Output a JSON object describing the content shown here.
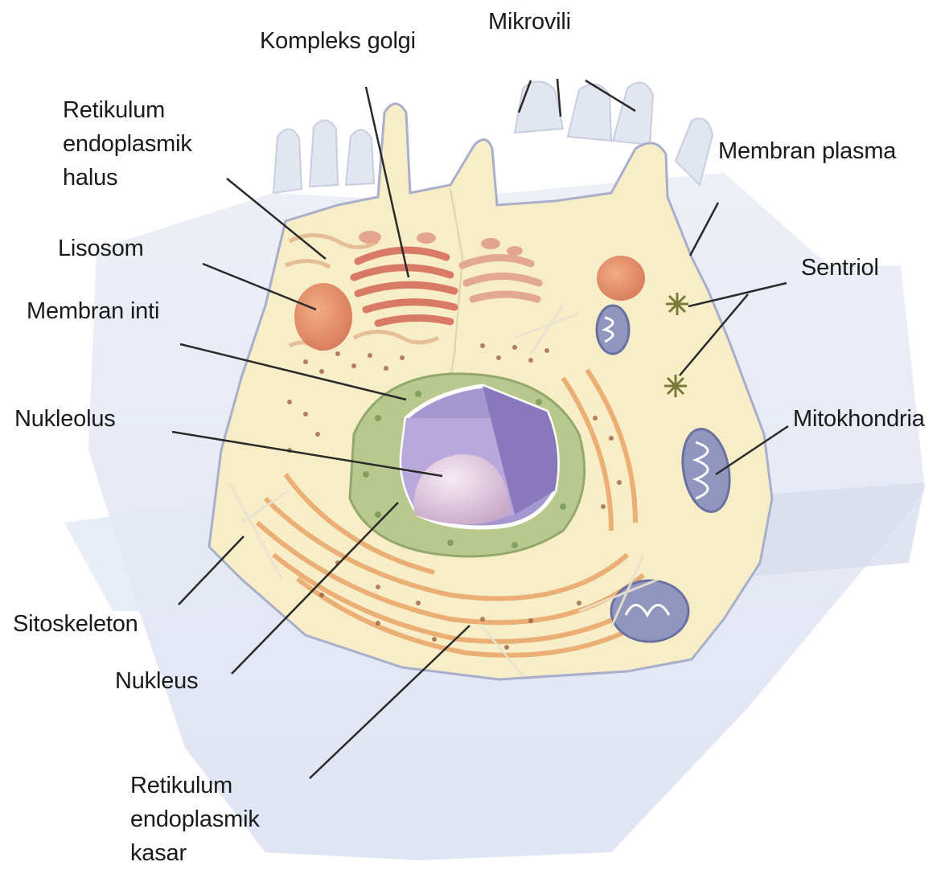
{
  "labels": {
    "mikrovili": "Mikrovili",
    "kompleks_golgi": "Kompleks golgi",
    "retikulum_halus": "Retikulum\nendoplasmik\nhalus",
    "membran_plasma": "Membran plasma",
    "lisosom": "Lisosom",
    "sentriol": "Sentriol",
    "membran_inti": "Membran inti",
    "nukleolus": "Nukleolus",
    "mitokhondria": "Mitokhondria",
    "sitoskeleton": "Sitoskeleton",
    "nukleus": "Nukleus",
    "retikulum_kasar": "Retikulum\nendoplasmik\nkasar"
  },
  "colors": {
    "cytoplasm": "#f6ecc0",
    "backdrop": "#cdd3e8",
    "microvilli": "#dfe3ee",
    "nucleus_envelope": "#b8c98a",
    "nucleus_inner": "#9e8fc8",
    "nucleolus": "#e8cfe0",
    "rough_er": "#e9a86a",
    "golgi": "#de7e6a",
    "lysosome": "#e0865f",
    "mitochondria": "#8a8fb6",
    "leader_line": "#2a2a2a"
  }
}
